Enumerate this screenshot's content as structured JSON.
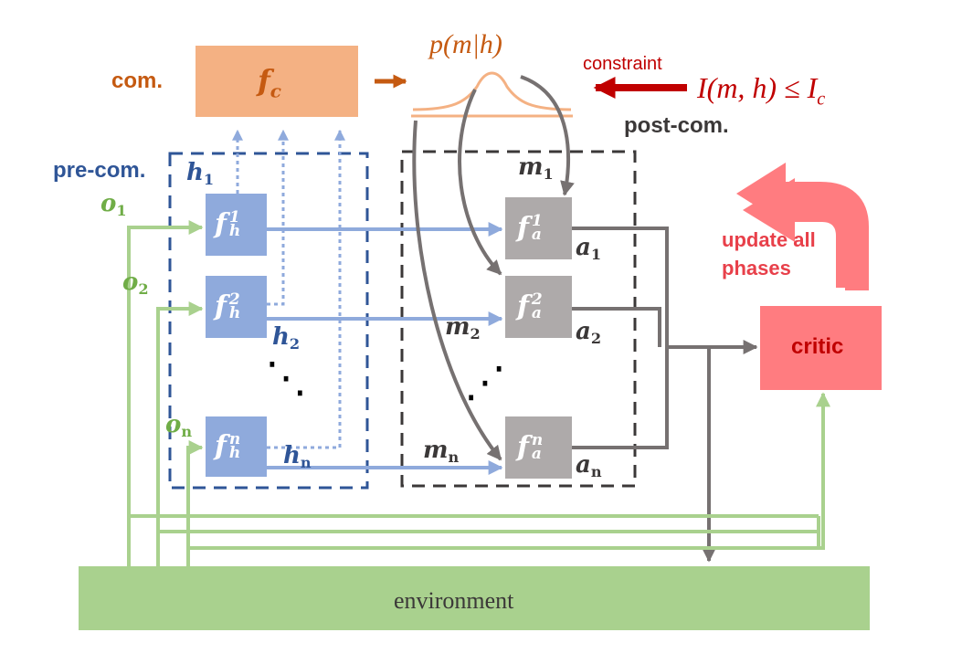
{
  "colors": {
    "orange": "#f4b183",
    "orange_text": "#c55a11",
    "blue_box": "#8faadc",
    "blue_text": "#2f5597",
    "light_blue": "#8faadc",
    "gray_box": "#aeaaaa",
    "gray_line": "#767171",
    "green": "#a9d18e",
    "green_text": "#70ad47",
    "red": "#ff7c80",
    "dark_red": "#c00000",
    "red_text": "#e8404a"
  },
  "labels": {
    "com": "com.",
    "fc_f": "f",
    "fc_sub": "c",
    "pmh": "p(m|h)",
    "constraint": "constraint",
    "mutual_info": "I(m, h) ≤ I",
    "mutual_info_sub": "c",
    "post_com": "post-com.",
    "pre_com": "pre-com.",
    "update_line1": "update all",
    "update_line2": "phases",
    "critic": "critic",
    "environment": "environment",
    "dots": "⋰"
  },
  "symbols": {
    "h1": "h",
    "h1_sub": "1",
    "h2": "h",
    "h2_sub": "2",
    "hn": "h",
    "hn_sub": "n",
    "o1": "o",
    "o1_sub": "1",
    "o2": "o",
    "o2_sub": "2",
    "on": "o",
    "on_sub": "n",
    "m1": "m",
    "m1_sub": "1",
    "m2": "m",
    "m2_sub": "2",
    "mn": "m",
    "mn_sub": "n",
    "a1": "a",
    "a1_sub": "1",
    "a2": "a",
    "a2_sub": "2",
    "an": "a",
    "an_sub": "n"
  },
  "encoders": [
    {
      "f": "f",
      "sup": "1",
      "sub": "h"
    },
    {
      "f": "f",
      "sup": "2",
      "sub": "h"
    },
    {
      "f": "f",
      "sup": "n",
      "sub": "h"
    }
  ],
  "actors": [
    {
      "f": "f",
      "sup": "1",
      "sub": "a"
    },
    {
      "f": "f",
      "sup": "2",
      "sub": "a"
    },
    {
      "f": "f",
      "sup": "n",
      "sub": "a"
    }
  ]
}
